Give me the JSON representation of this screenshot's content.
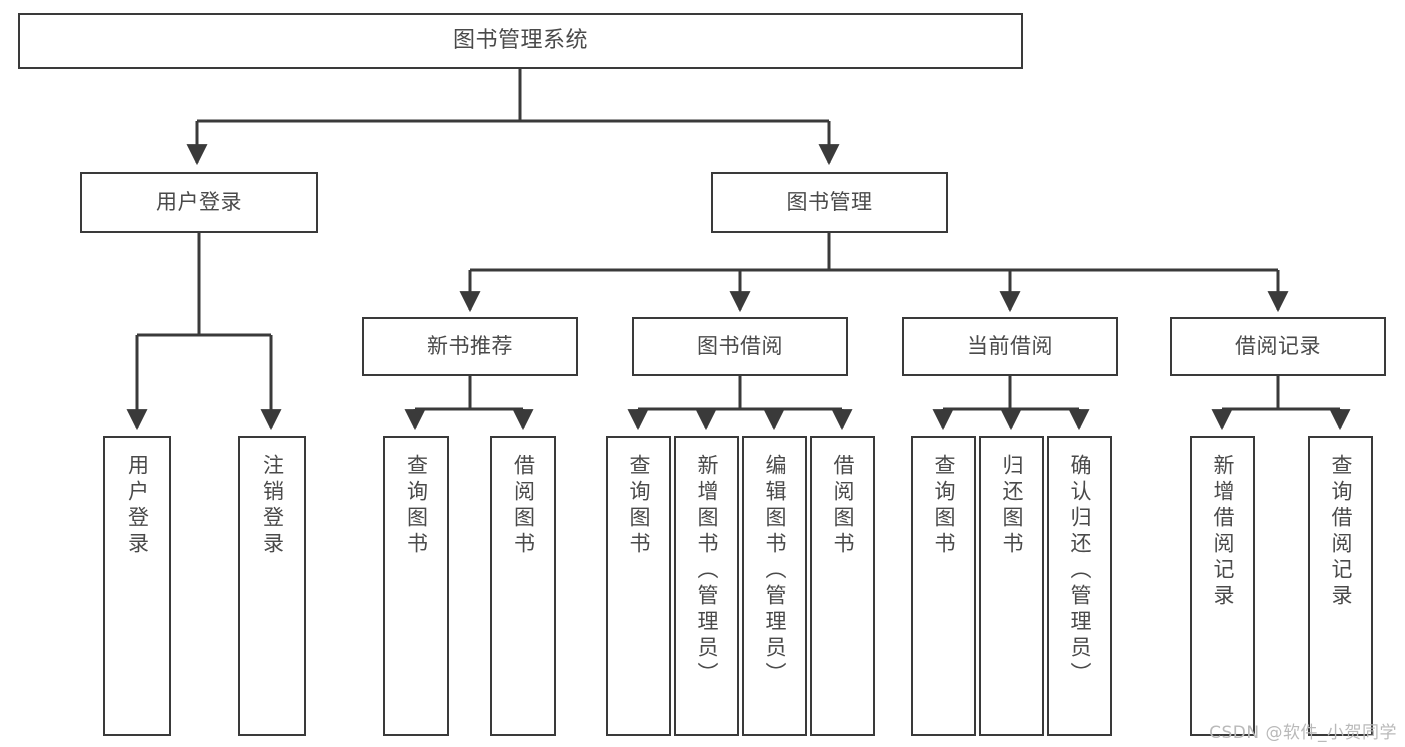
{
  "diagram": {
    "title": "图书管理系统",
    "type": "tree-hierarchy",
    "stroke_color": "#3a3a3a",
    "text_color": "#4a4a4a",
    "background_color": "#ffffff"
  },
  "root": {
    "label": "图书管理系统"
  },
  "level2": [
    {
      "label": "用户登录"
    },
    {
      "label": "图书管理"
    }
  ],
  "level3": [
    {
      "label": "新书推荐"
    },
    {
      "label": "图书借阅"
    },
    {
      "label": "当前借阅"
    },
    {
      "label": "借阅记录"
    }
  ],
  "leaves": {
    "user_login": [
      {
        "label": "用户登录"
      },
      {
        "label": "注销登录"
      }
    ],
    "new_book": [
      {
        "label": "查询图书"
      },
      {
        "label": "借阅图书"
      }
    ],
    "book_borrow": [
      {
        "label": "查询图书"
      },
      {
        "label": "新增图书（管理员）"
      },
      {
        "label": "编辑图书（管理员）"
      },
      {
        "label": "借阅图书"
      }
    ],
    "current_borrow": [
      {
        "label": "查询图书"
      },
      {
        "label": "归还图书"
      },
      {
        "label": "确认归还（管理员）"
      }
    ],
    "borrow_record": [
      {
        "label": "新增借阅记录"
      },
      {
        "label": "查询借阅记录"
      }
    ]
  },
  "watermark": {
    "text": "CSDN @软件_小贺同学",
    "color": "#b9b9b9"
  }
}
